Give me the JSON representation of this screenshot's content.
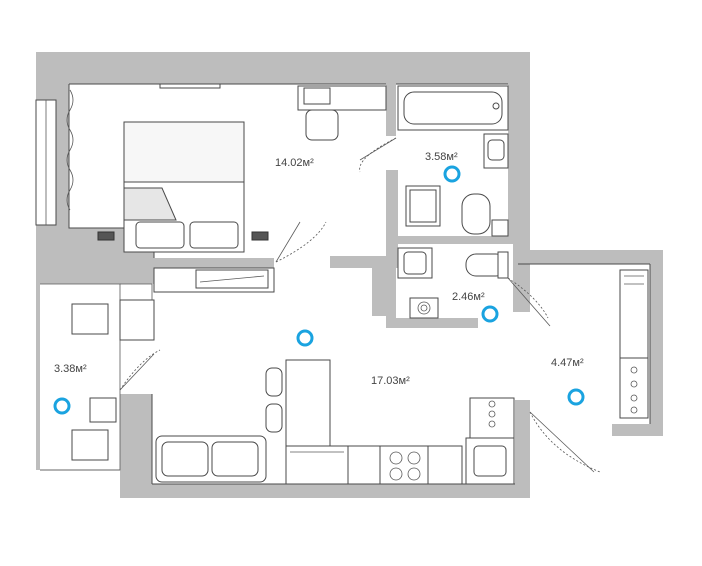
{
  "rooms": [
    {
      "id": "bedroom",
      "area": "14.02м²"
    },
    {
      "id": "bathroom",
      "area": "3.58м²"
    },
    {
      "id": "toilet",
      "area": "2.46м²"
    },
    {
      "id": "hall",
      "area": "4.47м²"
    },
    {
      "id": "living-kitchen",
      "area": "17.03м²"
    },
    {
      "id": "balcony",
      "area": "3.38м²"
    }
  ],
  "colors": {
    "wall": "#bdbdbd",
    "line": "#4a4a4a",
    "marker": "#1aa3e0"
  }
}
